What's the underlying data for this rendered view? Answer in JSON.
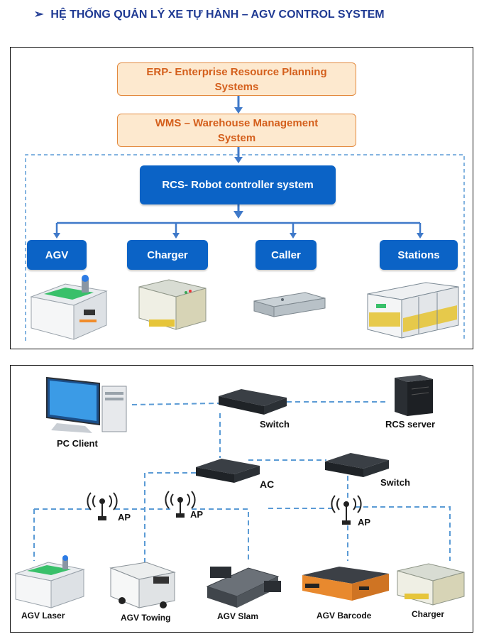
{
  "title": {
    "bullet": "➢",
    "text": "HỆ THỐNG QUẢN LÝ XE TỰ HÀNH – AGV CONTROL SYSTEM"
  },
  "hierarchy": {
    "erp": "ERP- Enterprise Resource Planning Systems",
    "wms": "WMS – Warehouse Management System",
    "rcs": "RCS- Robot controller system",
    "nodes": [
      "AGV",
      "Charger",
      "Caller",
      "Stations"
    ]
  },
  "network": {
    "pc_client": "PC Client",
    "switch_top": "Switch",
    "rcs_server": "RCS server",
    "ac": "AC",
    "switch_right": "Switch",
    "ap_labels": [
      "AP",
      "AP",
      "AP"
    ],
    "devices": [
      "AGV Laser",
      "AGV Towing",
      "AGV Slam",
      "AGV Barcode",
      "Charger"
    ]
  },
  "colors": {
    "title_blue": "#1f3a93",
    "box_blue": "#0b63c6",
    "orange_fill": "#fde9cf",
    "orange_text": "#d45f1c",
    "connector_blue": "#3f79c9",
    "dashed_blue": "#5b9bd5",
    "device_yellow": "#e6c53a",
    "barcode_orange": "#e8892e"
  }
}
